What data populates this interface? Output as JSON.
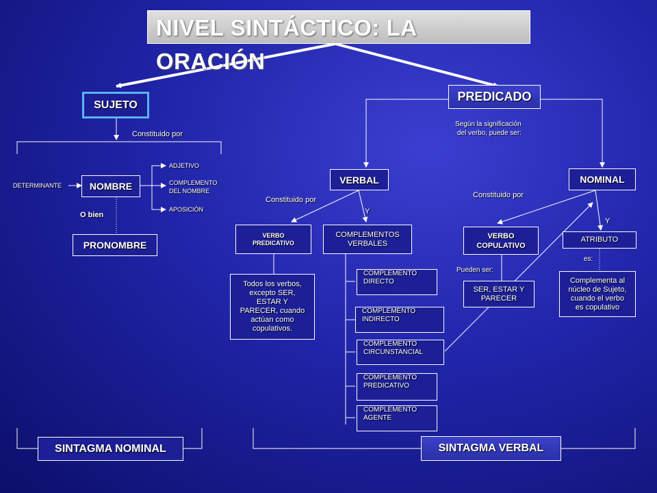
{
  "title": "NIVEL SINTÁCTICO: LA ORACIÓN",
  "sujeto": {
    "label": "SUJETO",
    "constituido": "Constituido por",
    "nombre": "NOMBRE",
    "determinante": "DETERMINANTE",
    "adjetivo": "ADJETIVO",
    "complemento_nombre_1": "COMPLEMENTO",
    "complemento_nombre_2": "DEL NOMBRE",
    "aposicion": "APOSICIÓN",
    "o_bien": "O bien",
    "pronombre": "PRONOMBRE",
    "sintagma": "SINTAGMA NOMINAL"
  },
  "predicado": {
    "label": "PREDICADO",
    "segun_1": "Según la significación",
    "segun_2": "del verbo, puede ser:",
    "sintagma": "SINTAGMA VERBAL"
  },
  "verbal": {
    "label": "VERBAL",
    "constituido": "Constituido por",
    "y": "Y",
    "verbo_predicativo_1": "VERBO",
    "verbo_predicativo_2": "PREDICATIVO",
    "complementos_1": "COMPLEMENTOS",
    "complementos_2": "VERBALES",
    "desc_1": "Todos los verbos,",
    "desc_2": "excepto SER,",
    "desc_3": "ESTAR Y",
    "desc_4": "PARECER, cuando",
    "desc_5": "actúan como",
    "desc_6": "copulativos.",
    "complementos": [
      {
        "l1": "COMPLEMENTO",
        "l2": "DIRECTO"
      },
      {
        "l1": "COMPLEMENTO",
        "l2": "INDIRECTO"
      },
      {
        "l1": "COMPLEMENTO",
        "l2": "CIRCUNSTANCIAL"
      },
      {
        "l1": "COMPLEMENTO",
        "l2": "PREDICATIVO"
      },
      {
        "l1": "COMPLEMENTO",
        "l2": "AGENTE"
      }
    ]
  },
  "nominal": {
    "label": "NOMINAL",
    "constituido": "Constituido por",
    "y": "Y",
    "verbo_copulativo_1": "VERBO",
    "verbo_copulativo_2": "COPULATIVO",
    "pueden_ser": "Pueden ser:",
    "ser_1": "SER, ESTAR Y",
    "ser_2": "PARECER",
    "atributo": "ATRIBUTO",
    "es": "es:",
    "atr_1": "Complementa al",
    "atr_2": "núcleo de Sujeto,",
    "atr_3": "cuando el verbo",
    "atr_4": "es copulativo"
  },
  "colors": {
    "background": "#2024a8",
    "box_dark": "#1c1f96",
    "sujeto_border": "#5ab4ff",
    "title_box": "#cfcfcf"
  }
}
